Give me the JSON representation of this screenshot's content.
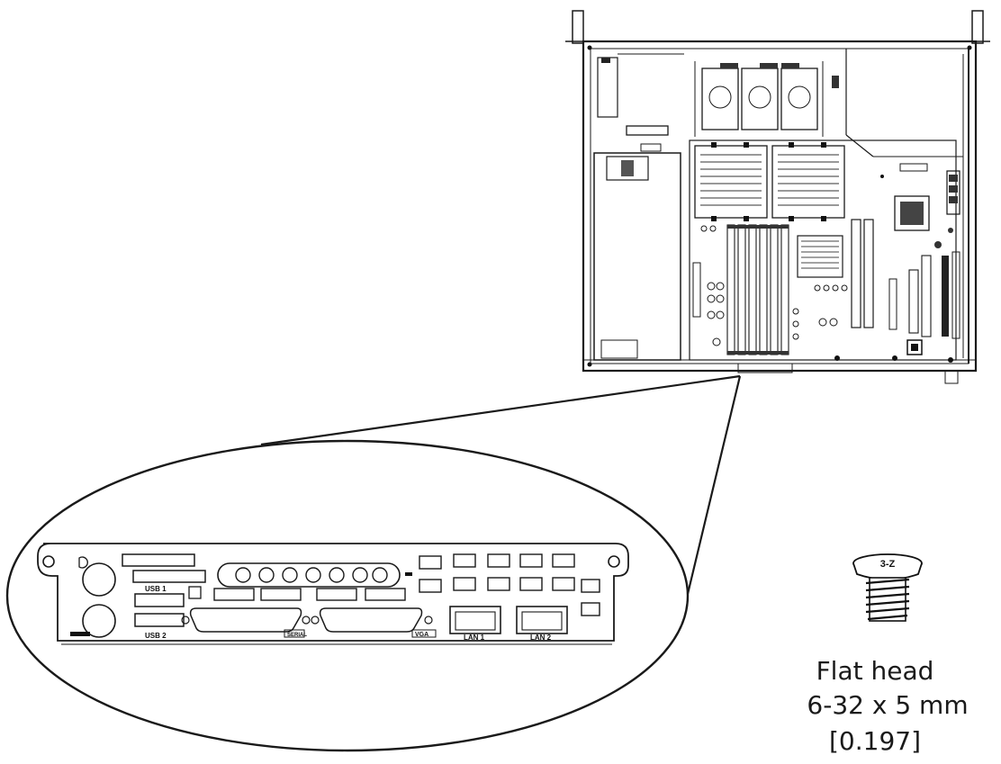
{
  "port_labels": {
    "usb1": "USB 1",
    "usb2": "USB 2",
    "serial": "SERIAL",
    "vga": "VGA",
    "lan1": "LAN 1",
    "lan2": "LAN 2"
  },
  "screw": {
    "head_mark": "3-Z",
    "caption_line1": "Flat head",
    "caption_line2": "6-32 x 5 mm",
    "caption_line3": "[0.197]"
  }
}
